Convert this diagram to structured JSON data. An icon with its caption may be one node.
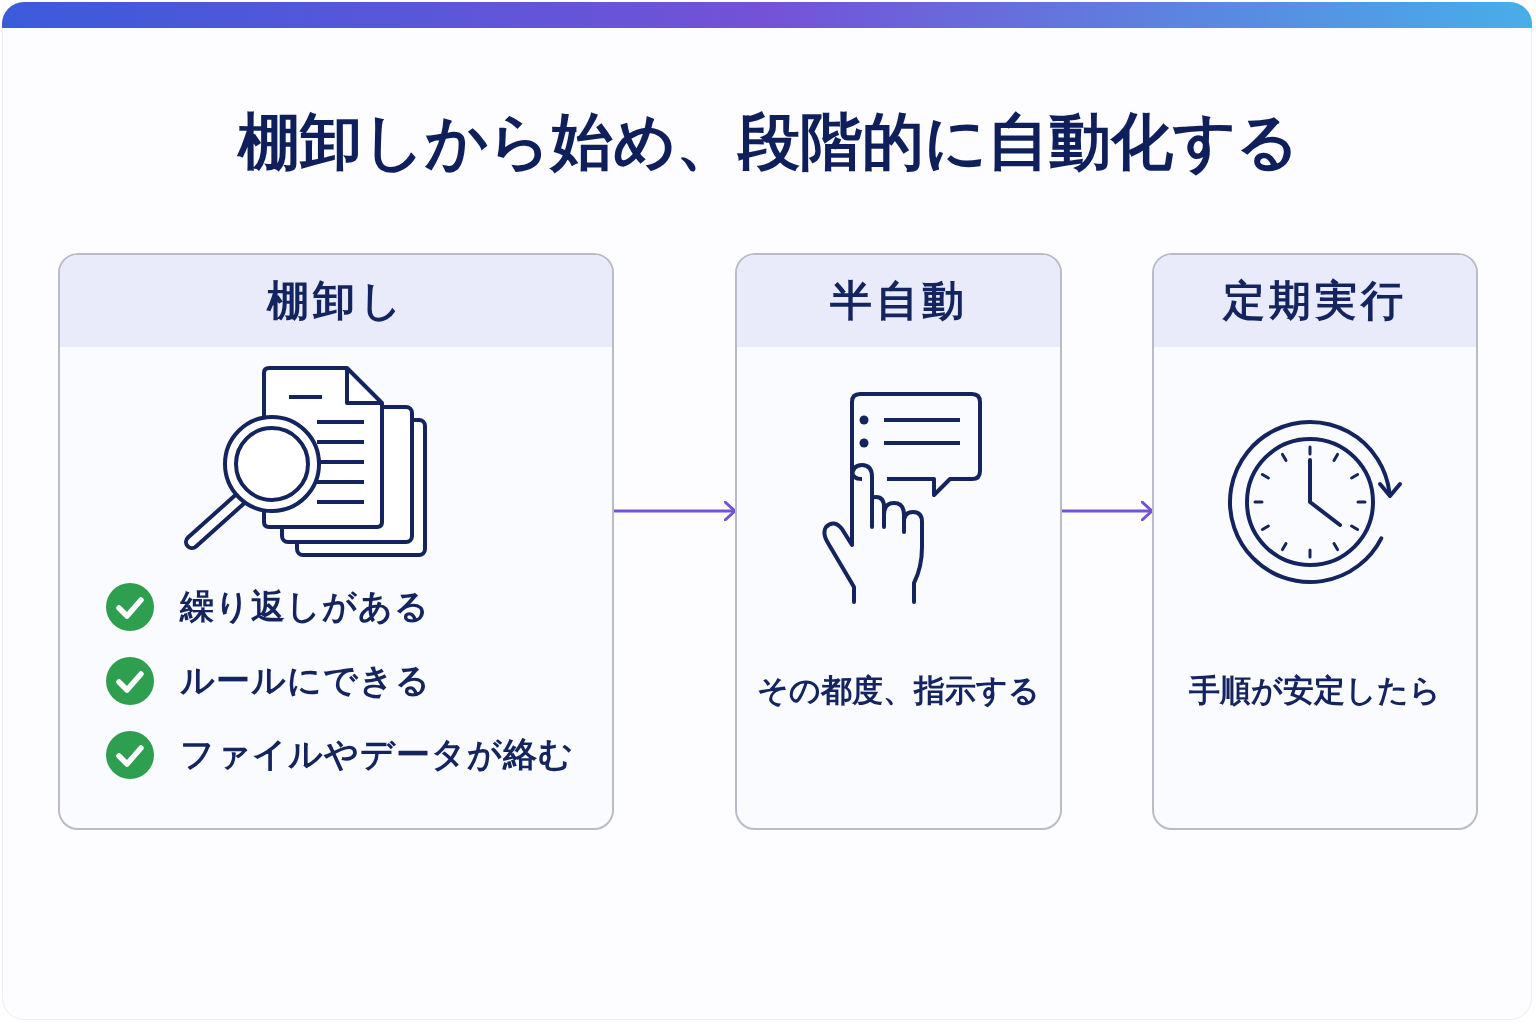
{
  "diagram": {
    "title": "棚卸しから始め、段階的に自動化する",
    "nodes": [
      {
        "text": [
          "棚卸し",
          "繰り返しがある",
          "ルールにできる",
          "ファイルやデータが絡む"
        ]
      },
      {
        "text": [
          "半自動",
          "その都度、指示する"
        ]
      },
      {
        "text": [
          "定期実行",
          "手順が安定したら"
        ]
      }
    ],
    "edges": [
      {
        "from": 0,
        "to": 1,
        "arrow": "to"
      },
      {
        "from": 1,
        "to": 2,
        "arrow": "to"
      }
    ]
  }
}
